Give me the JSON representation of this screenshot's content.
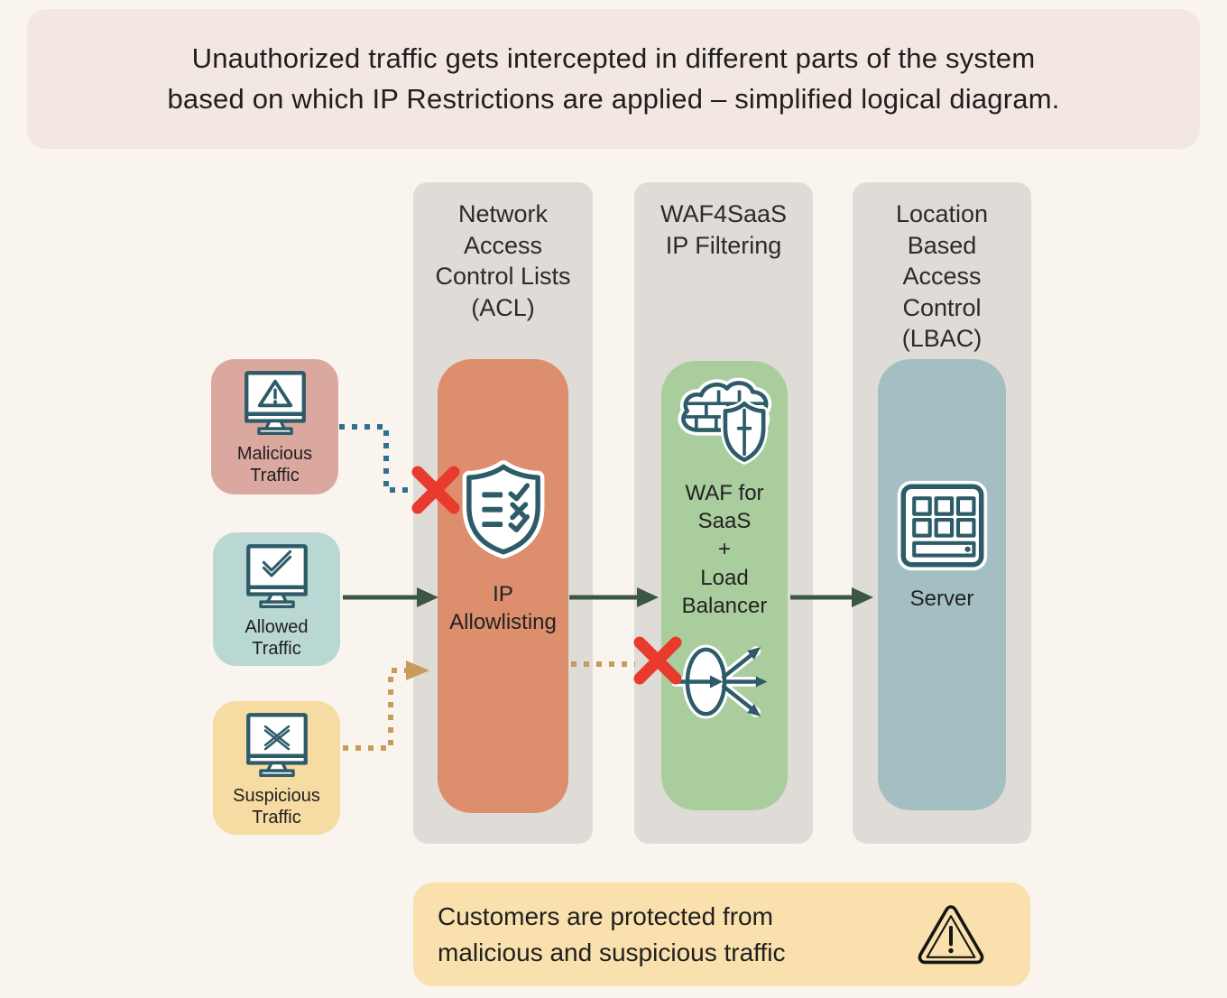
{
  "header": {
    "lines": [
      "Unauthorized traffic gets intercepted in different parts of the system",
      "based on which IP Restrictions are applied – simplified logical diagram."
    ]
  },
  "columns": [
    {
      "title": "Network Access Control Lists (ACL)"
    },
    {
      "title": "WAF4SaaS IP Filtering"
    },
    {
      "title": "Location Based Access Control (LBAC)"
    }
  ],
  "nodes": {
    "acl": {
      "label": "IP Allowlisting",
      "icon": "shield-checklist-icon"
    },
    "waf": {
      "label_parts": [
        "WAF for SaaS",
        "+",
        "Load Balancer"
      ],
      "icons": [
        "firewall-shield-icon",
        "load-balancer-icon"
      ]
    },
    "lbac": {
      "label": "Server",
      "icon": "server-icon"
    }
  },
  "sources": [
    {
      "label": "Malicious Traffic",
      "icon": "monitor-warning-icon",
      "flow": "blocked at IP Allowlisting"
    },
    {
      "label": "Allowed Traffic",
      "icon": "monitor-check-icon",
      "flow": "passes through to Server"
    },
    {
      "label": "Suspicious Traffic",
      "icon": "monitor-cross-icon",
      "flow": "blocked at WAF / Load Balancer"
    }
  ],
  "footer": {
    "lines": [
      "Customers are protected from",
      "malicious and suspicious traffic"
    ],
    "icon": "warning-triangle-icon"
  },
  "colors": {
    "page_bg": "#faf4ef",
    "banner_bg": "#f2e7e1",
    "col_bg": "#dfdbd6",
    "acl_bg": "#dc8e6d",
    "waf_bg": "#aacd9e",
    "lbac_bg": "#a4bfc1",
    "malicious_bg": "#dba89f",
    "allowed_bg": "#b9d8d4",
    "suspicious_bg": "#f6dba2",
    "footer_bg": "#f9e0ad",
    "icon": "#2d5b68",
    "arrow_green": "#3b5742",
    "dot_blue": "#2f6f8f",
    "dot_tan": "#c99a5e",
    "red_x": "#e83a2d",
    "text": "#1e1e1e"
  }
}
